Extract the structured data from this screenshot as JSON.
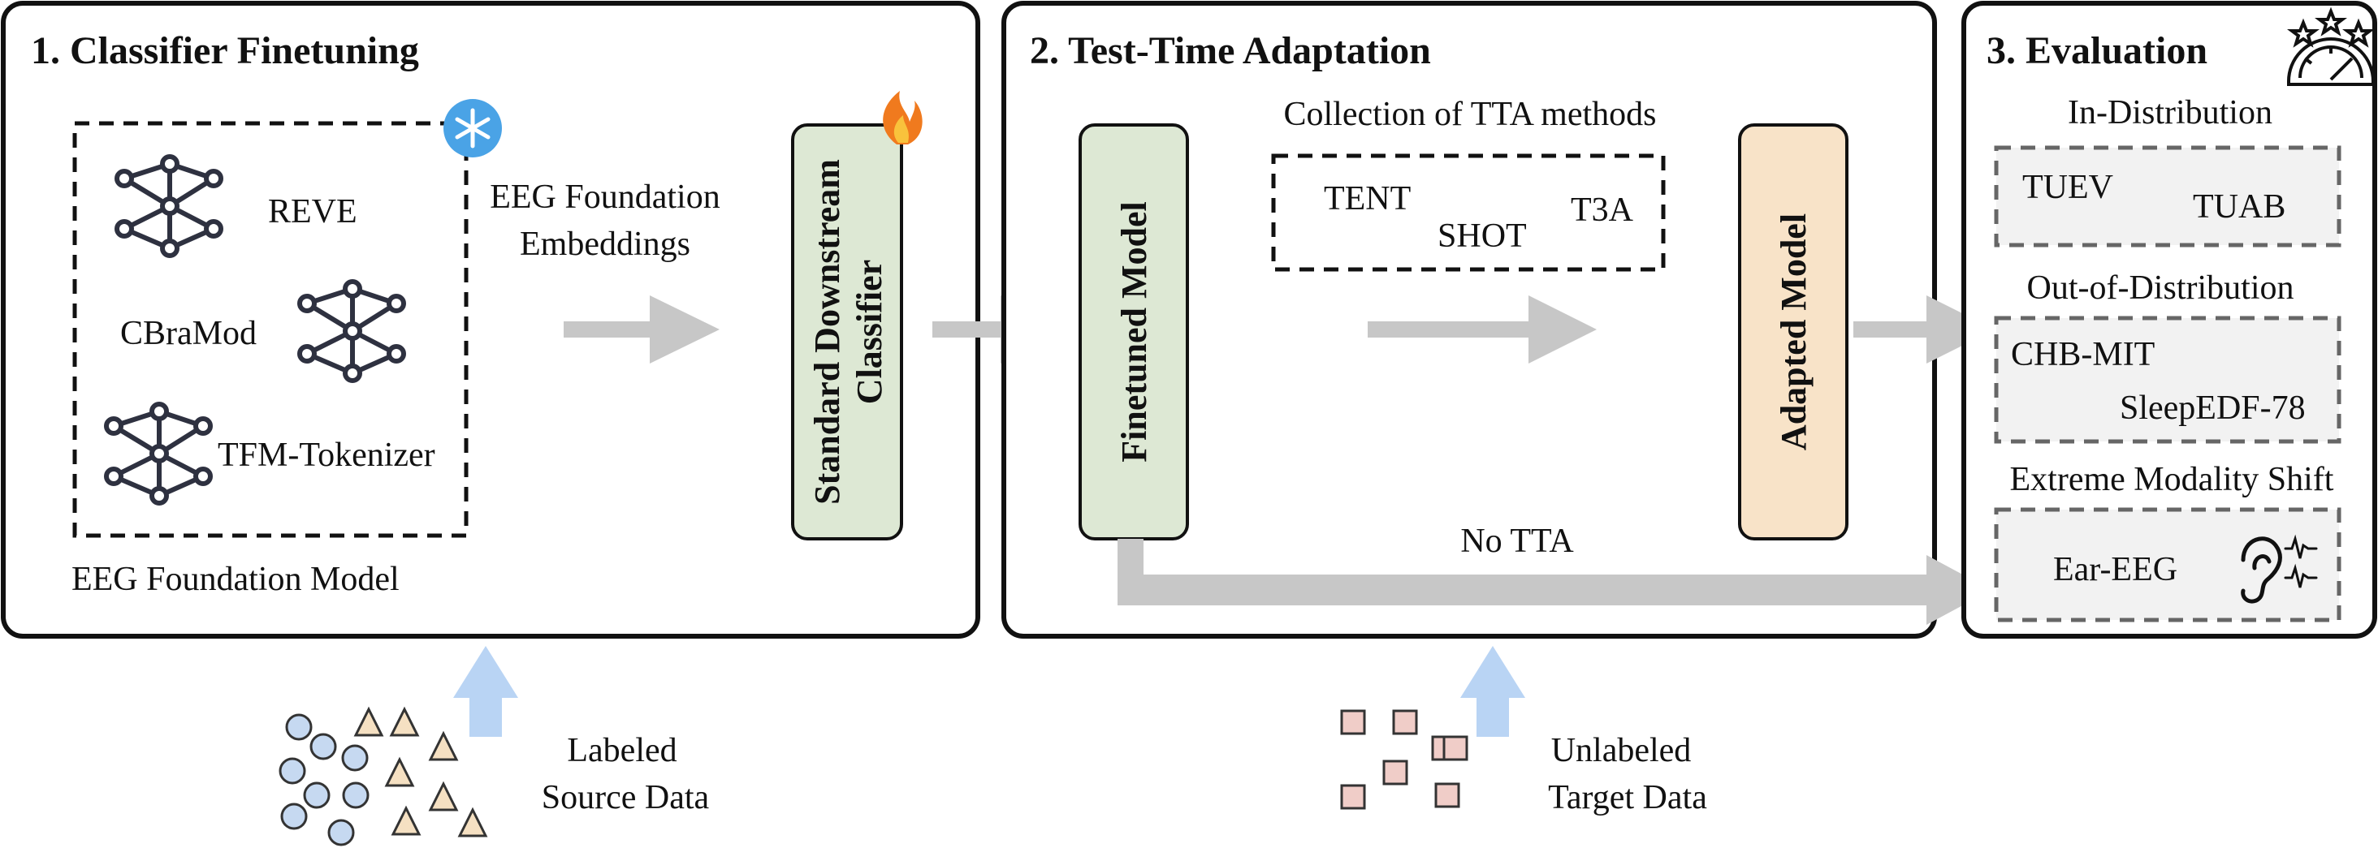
{
  "panels": {
    "finetuning": {
      "title": "1. Classifier Finetuning",
      "models": [
        "REVE",
        "CBraMod",
        "TFM-Tokenizer"
      ],
      "model_group_label": "EEG Foundation Model",
      "embeddings_label_line1": "EEG Foundation",
      "embeddings_label_line2": "Embeddings",
      "classifier_line1": "Standard Downstream",
      "classifier_line2": "Classifier",
      "frozen_icon": "snowflake-icon",
      "trainable_icon": "fire-icon"
    },
    "tta": {
      "title": "2. Test-Time Adaptation",
      "finetuned_model": "Finetuned Model",
      "collection_label": "Collection of TTA methods",
      "methods": [
        "TENT",
        "SHOT",
        "T3A"
      ],
      "adapted_model": "Adapted Model",
      "no_tta_label": "No TTA"
    },
    "evaluation": {
      "title": "3. Evaluation",
      "gauge_icon": "gauge-stars-icon",
      "in_distribution": {
        "label": "In-Distribution",
        "datasets": [
          "TUEV",
          "TUAB"
        ]
      },
      "out_of_distribution": {
        "label": "Out-of-Distribution",
        "datasets": [
          "CHB-MIT",
          "SleepEDF-78"
        ]
      },
      "extreme_shift": {
        "label": "Extreme Modality Shift",
        "datasets": [
          "Ear-EEG"
        ],
        "icon": "ear-icon"
      }
    }
  },
  "inputs": {
    "source": {
      "line1": "Labeled",
      "line2": "Source Data"
    },
    "target": {
      "line1": "Unlabeled",
      "line2": "Target Data"
    }
  },
  "colors": {
    "classifier_fill": "#dde8d4",
    "adapted_fill": "#f8e3c8",
    "arrow_gray": "#c7c7c7",
    "input_arrow": "#b9d4f4",
    "circle_fill": "#c6d9f1",
    "triangle_fill": "#f5e0c2",
    "square_fill": "#f0cdc8",
    "dataset_box_fill": "#f2f2f2"
  }
}
